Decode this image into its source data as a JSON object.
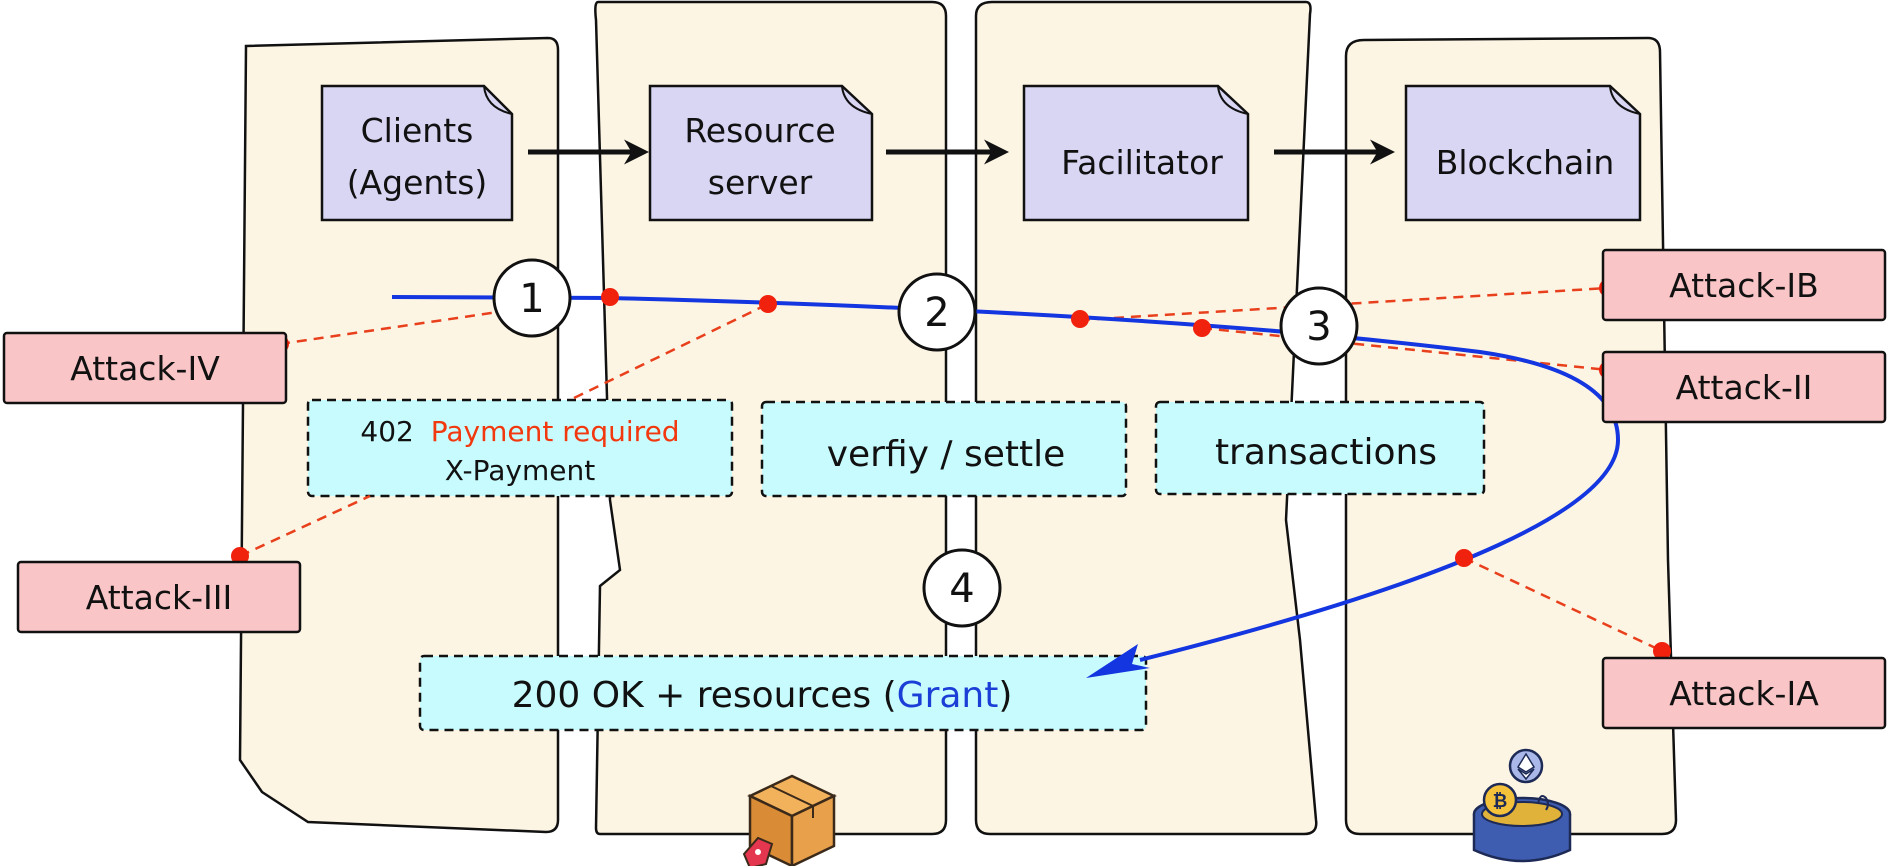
{
  "components": [
    {
      "id": "clients",
      "lines": [
        "Clients",
        "(Agents)"
      ]
    },
    {
      "id": "resource-server",
      "lines": [
        "Resource",
        "server"
      ]
    },
    {
      "id": "facilitator",
      "lines": [
        "Facilitator"
      ]
    },
    {
      "id": "blockchain",
      "lines": [
        "Blockchain"
      ]
    }
  ],
  "steps": [
    "1",
    "2",
    "3",
    "4"
  ],
  "notes": {
    "payment_code": "402",
    "payment_required": "Payment required",
    "x_payment": "X-Payment",
    "verify_settle": "verfiy / settle",
    "transactions": "transactions",
    "ok_prefix": "200 OK + resources (",
    "grant": "Grant",
    "ok_suffix": ")"
  },
  "attacks": {
    "iv": "Attack-IV",
    "iii": "Attack-III",
    "ib": "Attack-IB",
    "ii": "Attack-II",
    "ia": "Attack-IA"
  },
  "colors": {
    "lane_fill": "#fdf5e4",
    "component_fill": "#d9d6f4",
    "note_fill": "#c8fbfd",
    "attack_fill": "#f9c5c7",
    "flow_line": "#1336e0",
    "attack_line": "#e8401c",
    "attack_dot": "#f0220e",
    "payment_text": "#f2380f",
    "grant_text": "#1b3fd6"
  },
  "icons": [
    "package-icon",
    "crypto-wallet-icon"
  ]
}
